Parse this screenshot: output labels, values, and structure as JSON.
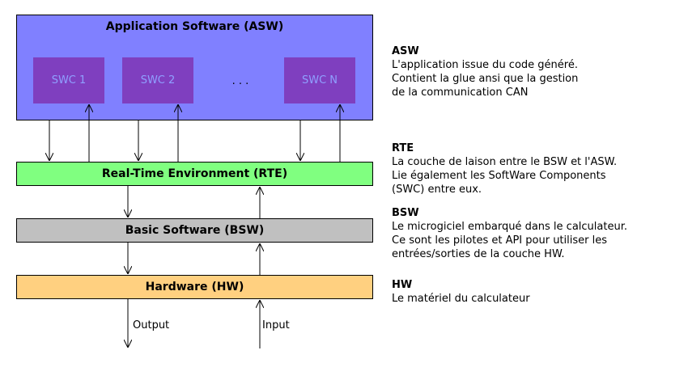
{
  "layers": {
    "asw": "Application Software (ASW)",
    "rte": "Real-Time Environment (RTE)",
    "bsw": "Basic Software (BSW)",
    "hw": "Hardware (HW)"
  },
  "components": {
    "swc1": "SWC 1",
    "swc2": "SWC 2",
    "ellipsis": ". . .",
    "swcn": "SWC N"
  },
  "io": {
    "output": "Output",
    "input": "Input"
  },
  "descriptions": {
    "asw": {
      "title": "ASW",
      "lines": [
        "L'application issue du code généré.",
        "Contient la glue ansi que la gestion",
        "de la communication CAN"
      ]
    },
    "rte": {
      "title": "RTE",
      "lines": [
        "La couche de laison entre le BSW et l'ASW.",
        "Lie également les SoftWare Components",
        "(SWC) entre eux."
      ]
    },
    "bsw": {
      "title": "BSW",
      "lines": [
        "Le microgiciel embarqué dans le calculateur.",
        "Ce sont les pilotes et API pour utiliser les",
        "entrées/sorties de la couche HW."
      ]
    },
    "hw": {
      "title": "HW",
      "lines": [
        "Le matériel du calculateur"
      ]
    }
  },
  "colors": {
    "asw": "#8080ff",
    "swc": "#7f3fbf",
    "rte": "#80ff80",
    "bsw": "#c0c0c0",
    "hw": "#ffd080"
  }
}
